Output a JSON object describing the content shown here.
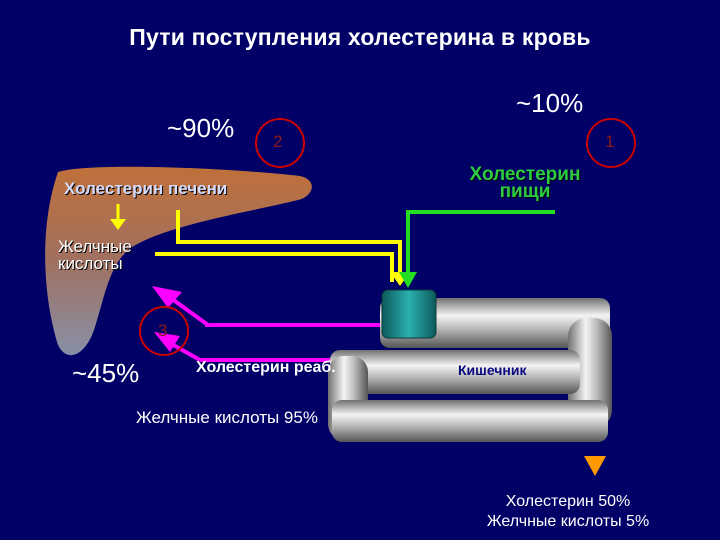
{
  "title": "Пути поступления холестерина в кровь",
  "liver": {
    "percent": "~90%",
    "circle_number": "2",
    "label": "Холестерин печени",
    "bile_acids_label_line1": "Желчные",
    "bile_acids_label_line2": "кислоты"
  },
  "food": {
    "percent": "~10%",
    "circle_number": "1",
    "label_line1": "Холестерин",
    "label_line2": "пищи"
  },
  "reabsorption": {
    "percent": "~45%",
    "circle_number": "3",
    "label": "Холестерин реаб.",
    "bile_acids_label": "Желчные кислоты 95%"
  },
  "intestine": {
    "label": "Кишечник"
  },
  "excretion": {
    "line1": "Холестерин 50%",
    "line2": "Желчные кислоты 5%"
  },
  "colors": {
    "background": "#000066",
    "yellow_path": "#ffff00",
    "green_path": "#22dd22",
    "magenta_path": "#ff00ff",
    "circle_outline": "#cc0000",
    "excretion_arrow": "#ff9900"
  }
}
